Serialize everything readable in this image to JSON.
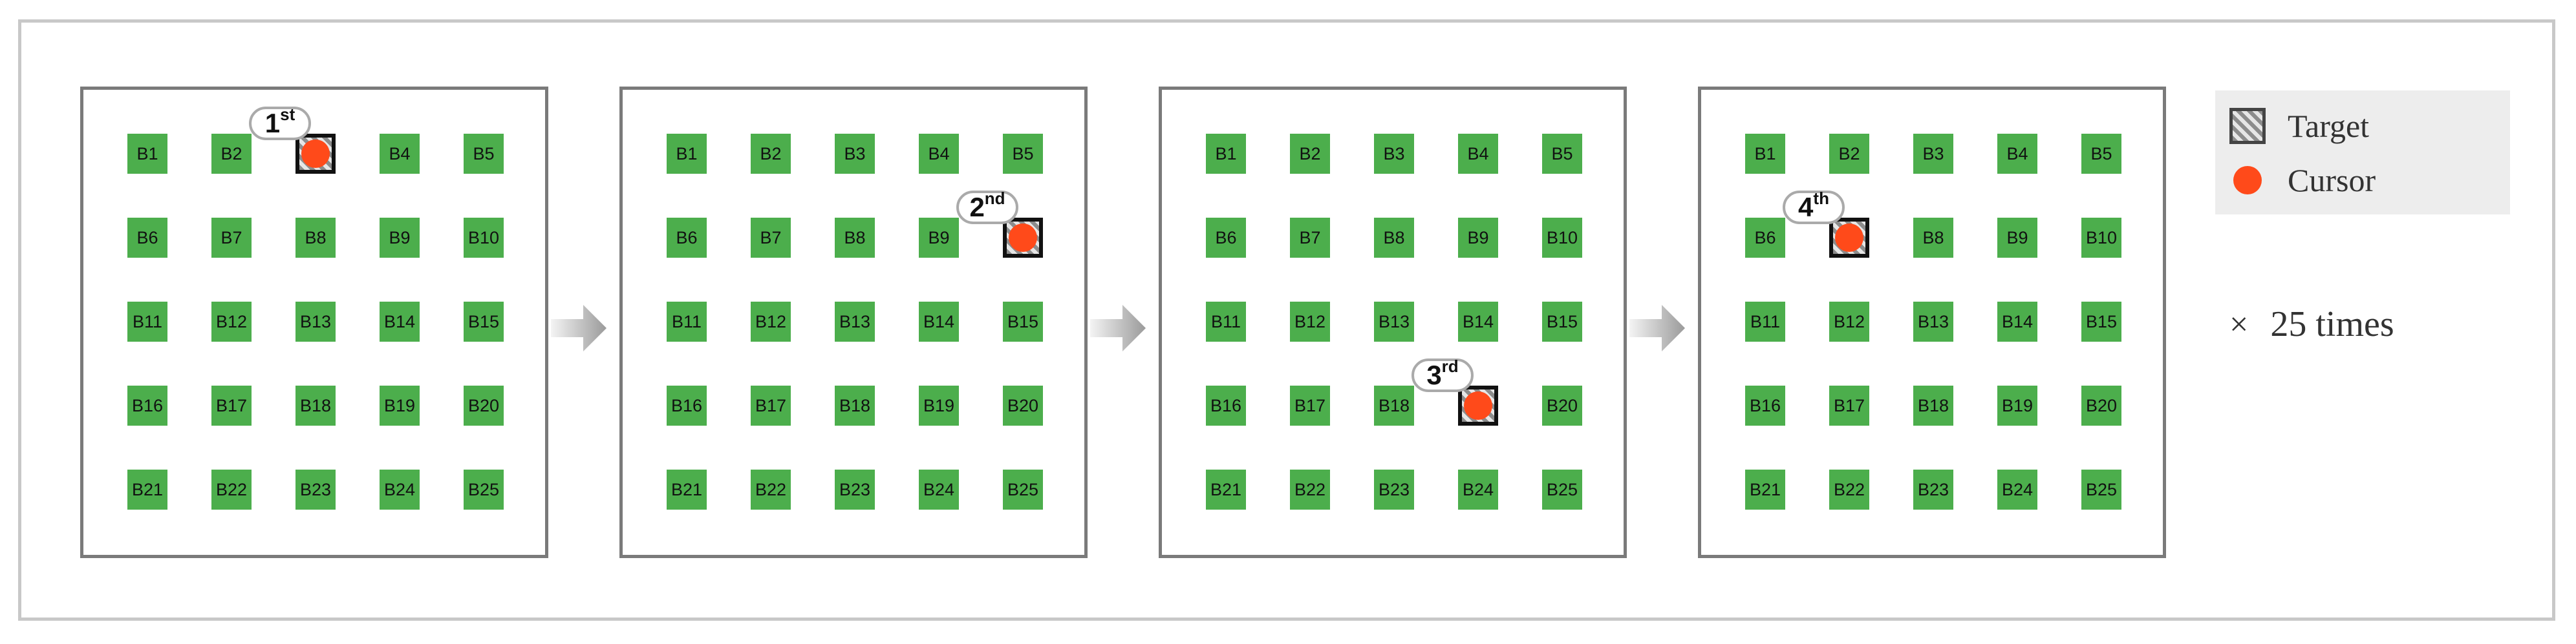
{
  "buttons": [
    "B1",
    "B2",
    "B3",
    "B4",
    "B5",
    "B6",
    "B7",
    "B8",
    "B9",
    "B10",
    "B11",
    "B12",
    "B13",
    "B14",
    "B15",
    "B16",
    "B17",
    "B18",
    "B19",
    "B20",
    "B21",
    "B22",
    "B23",
    "B24",
    "B25"
  ],
  "panels": [
    {
      "target": "B3",
      "badge_number": "1",
      "badge_suffix": "st"
    },
    {
      "target": "B10",
      "badge_number": "2",
      "badge_suffix": "nd"
    },
    {
      "target": "B19",
      "badge_number": "3",
      "badge_suffix": "rd"
    },
    {
      "target": "B7",
      "badge_number": "4",
      "badge_suffix": "th"
    }
  ],
  "legend": {
    "target_label": "Target",
    "cursor_label": "Cursor"
  },
  "repeat": {
    "symbol": "×",
    "text": "25 times"
  },
  "colors": {
    "button": "#4cae4c",
    "cursor": "#ff4a1a",
    "panel_border": "#7a7a7a",
    "legend_bg": "#ededed"
  }
}
